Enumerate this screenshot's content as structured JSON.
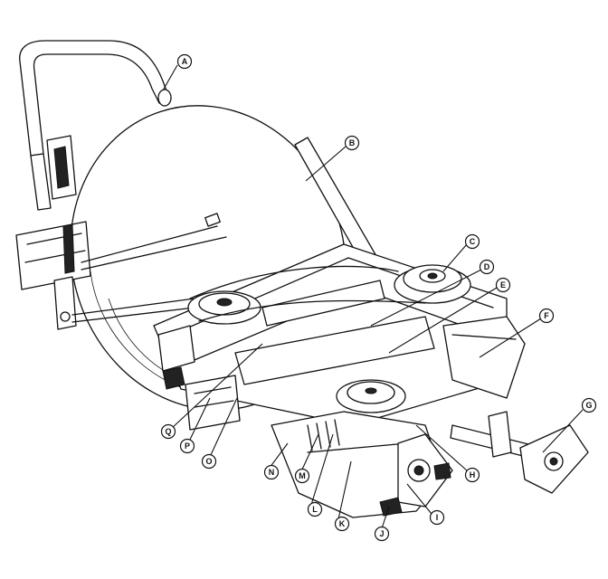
{
  "callouts": {
    "A": "A",
    "B": "B",
    "C": "C",
    "D": "D",
    "E": "E",
    "F": "F",
    "G": "G",
    "H": "H",
    "I": "I",
    "J": "J",
    "K": "K",
    "L": "L",
    "M": "M",
    "N": "N",
    "O": "O",
    "P": "P",
    "Q": "Q"
  }
}
